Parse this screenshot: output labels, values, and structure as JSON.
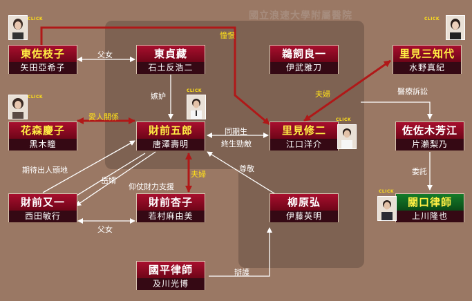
{
  "watermark": "國立浪速大學附屬醫院",
  "click_text": "CLICK",
  "nodes": {
    "higashi_saeko": {
      "role": "東佐枝子",
      "actor": "矢田亞希子"
    },
    "higashi_teizo": {
      "role": "東貞藏",
      "actor": "石土反浩二"
    },
    "ukai": {
      "role": "鵜飼良一",
      "actor": "伊武雅刀"
    },
    "satomi_michiyo": {
      "role": "里見三知代",
      "actor": "水野真紀"
    },
    "hanamori": {
      "role": "花森慶子",
      "actor": "黑木瞳"
    },
    "zaizen_goro": {
      "role": "財前五郎",
      "actor": "唐澤壽明"
    },
    "satomi_shuji": {
      "role": "里見修二",
      "actor": "江口洋介"
    },
    "sasaki": {
      "role": "佐佐木芳江",
      "actor": "片瀨梨乃"
    },
    "zaizen_mataichi": {
      "role": "財前又一",
      "actor": "西田敏行"
    },
    "zaizen_kyoko": {
      "role": "財前杏子",
      "actor": "若村麻由美"
    },
    "yanagihara": {
      "role": "柳原弘",
      "actor": "伊藤英明"
    },
    "sekiguchi": {
      "role": "關口律師",
      "actor": "上川隆也"
    },
    "kunihira": {
      "role": "國平律師",
      "actor": "及川光博"
    }
  },
  "labels": {
    "dokei": "憧憬",
    "fuqi_satomi": "夫婦",
    "iryo_sosho": "醫療訴訟",
    "fujo": "父女",
    "shitto": "嫉妒",
    "aijin": "愛人關係",
    "dokisei": "同期生",
    "shogai_tekishi": "終生勁敵",
    "kitai": "期待出人頭地",
    "gakuseki": "岳婿",
    "gyoshi": "仰仗財力支援",
    "fuqi_zaizen": "夫婦",
    "sonkei": "尊敬",
    "itaku": "委託",
    "fujo2": "父女",
    "bengo": "辯護"
  }
}
